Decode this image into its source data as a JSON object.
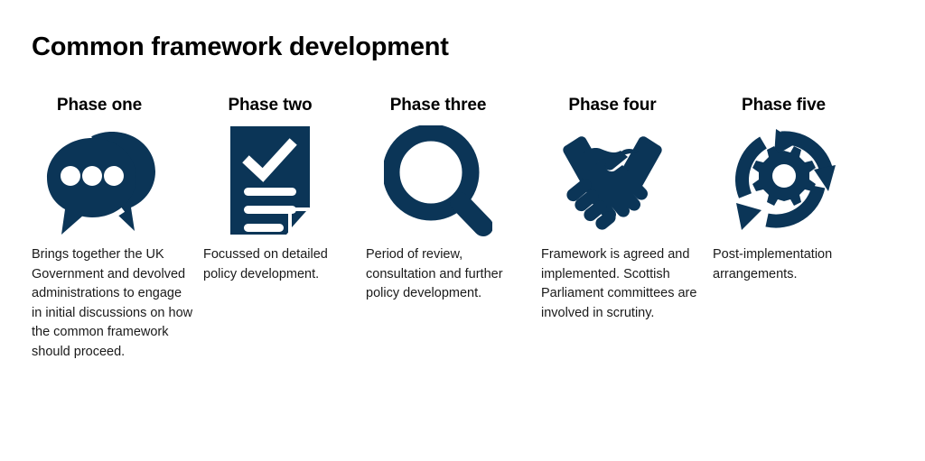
{
  "title": "Common framework development",
  "colors": {
    "icon_navy": "#0B3557",
    "title_black": "#000000",
    "body_text": "#1a1a1a",
    "background": "#ffffff"
  },
  "phases": [
    {
      "heading": "Phase one",
      "icon": "speech-bubbles-icon",
      "body": "Brings together the UK Government and devolved administrations to engage in initial discussions on how the common framework should proceed."
    },
    {
      "heading": "Phase two",
      "icon": "document-checklist-icon",
      "body": "Focussed on detailed policy development."
    },
    {
      "heading": "Phase three",
      "icon": "magnifying-glass-icon",
      "body": "Period of review, consultation and further policy development."
    },
    {
      "heading": "Phase four",
      "icon": "handshake-icon",
      "body": "Framework is agreed and implemented. Scottish Parliament committees are involved in scrutiny."
    },
    {
      "heading": "Phase five",
      "icon": "cycle-gear-icon",
      "body": "Post-implementation arrangements."
    }
  ]
}
